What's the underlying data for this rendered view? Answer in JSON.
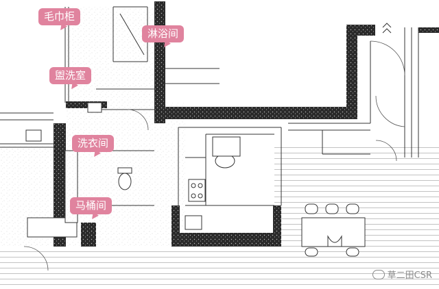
{
  "labels": [
    {
      "key": "towel_cabinet",
      "text": "毛巾柜"
    },
    {
      "key": "shower_room",
      "text": "淋浴间"
    },
    {
      "key": "washroom",
      "text": "盥洗室"
    },
    {
      "key": "laundry_room",
      "text": "洗衣间"
    },
    {
      "key": "toilet_room",
      "text": "马桶间"
    }
  ],
  "watermark": {
    "text": "草二田CSR",
    "icon": "wechat-icon"
  },
  "colors": {
    "tag": "#e0839e",
    "wall": "#2a2a2a",
    "floor_hatch": "#9e9e9e"
  }
}
